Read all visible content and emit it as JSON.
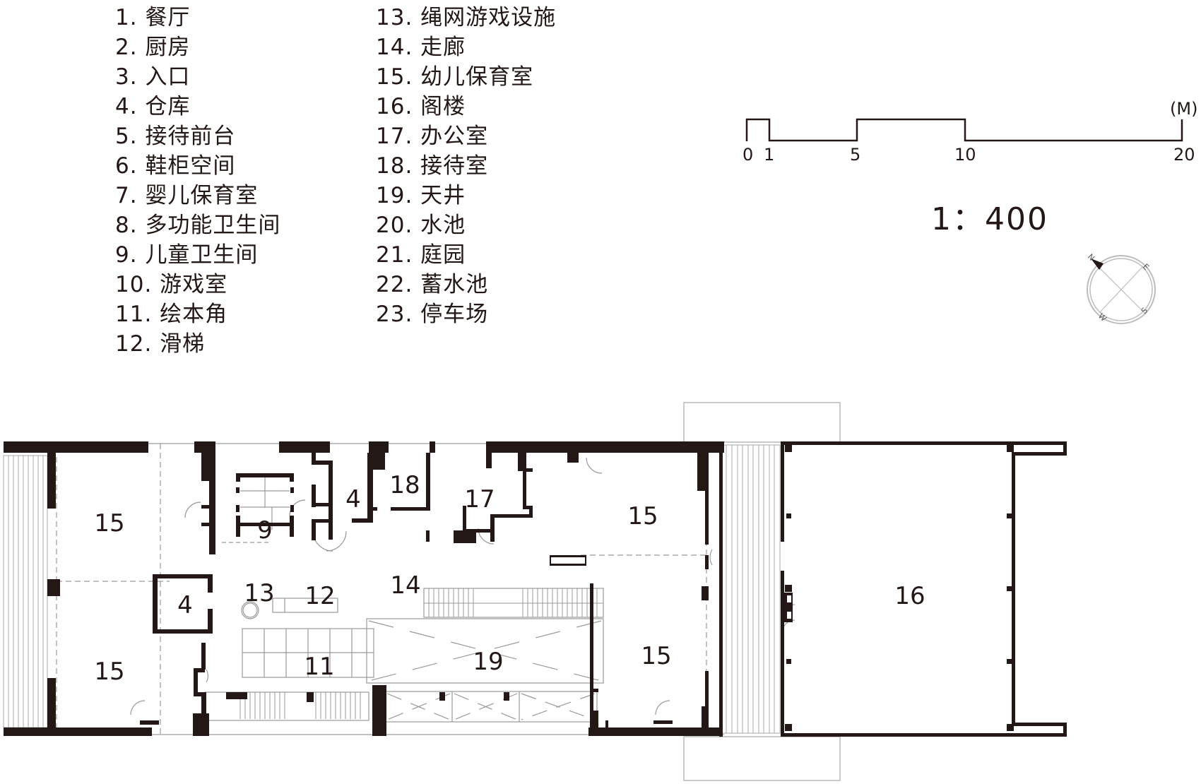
{
  "legend": {
    "column_1": [
      {
        "num": "1.",
        "label": "餐厅"
      },
      {
        "num": "2.",
        "label": "厨房"
      },
      {
        "num": "3.",
        "label": "入口"
      },
      {
        "num": "4.",
        "label": "仓库"
      },
      {
        "num": "5.",
        "label": "接待前台"
      },
      {
        "num": "6.",
        "label": "鞋柜空间"
      },
      {
        "num": "7.",
        "label": "婴儿保育室"
      },
      {
        "num": "8.",
        "label": "多功能卫生间"
      },
      {
        "num": "9.",
        "label": "儿童卫生间"
      },
      {
        "num": "10.",
        "label": "游戏室"
      },
      {
        "num": "11.",
        "label": "绘本角"
      },
      {
        "num": "12.",
        "label": "滑梯"
      }
    ],
    "column_2": [
      {
        "num": "13.",
        "label": "绳网游戏设施"
      },
      {
        "num": "14.",
        "label": "走廊"
      },
      {
        "num": "15.",
        "label": "幼儿保育室"
      },
      {
        "num": "16.",
        "label": "阁楼"
      },
      {
        "num": "17.",
        "label": "办公室"
      },
      {
        "num": "18.",
        "label": "接待室"
      },
      {
        "num": "19.",
        "label": "天井"
      },
      {
        "num": "20.",
        "label": "水池"
      },
      {
        "num": "21.",
        "label": "庭园"
      },
      {
        "num": "22.",
        "label": "蓄水池"
      },
      {
        "num": "23.",
        "label": "停车场"
      }
    ]
  },
  "scale_bar": {
    "unit": "(M)",
    "ticks": [
      "0",
      "1",
      "5",
      "10",
      "20"
    ],
    "ratio": "1：400"
  },
  "compass": {
    "north": "N",
    "east": "E",
    "south": "S",
    "west": "W"
  },
  "rooms": {
    "r15_top_left": "15",
    "r15_bottom_left": "15",
    "r9": "9",
    "r4_upper": "4",
    "r4_lower": "4",
    "r13": "13",
    "r12": "12",
    "r14": "14",
    "r11": "11",
    "r18": "18",
    "r17": "17",
    "r19": "19",
    "r15_top_right": "15",
    "r15_bottom_right": "15",
    "r16": "16"
  },
  "colors": {
    "wall": "#231815",
    "thin_line": "#9a9a9a",
    "background": "#ffffff"
  }
}
